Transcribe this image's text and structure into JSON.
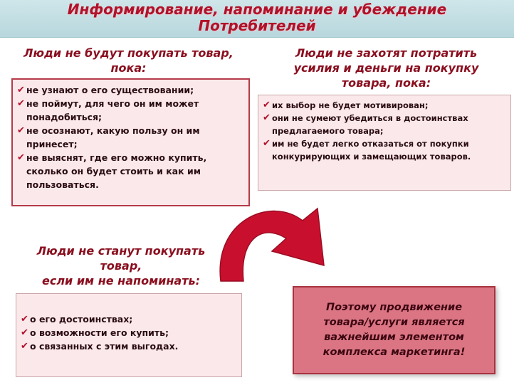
{
  "title": {
    "line1": "Информирование, напоминание и убеждение",
    "line2": "Потребителей"
  },
  "top_left": {
    "heading_line1": "Люди не будут покупать товар,",
    "heading_line2": "пока:",
    "items": [
      "не узнают о его существовании;",
      "не поймут, для чего он им может понадобиться;",
      "не осознают, какую пользу он им принесет;",
      "не выяснят, где его можно купить, сколько он будет стоить и как им пользоваться."
    ]
  },
  "top_right": {
    "heading_line1": "Люди не захотят потратить",
    "heading_line2": "усилия и деньги на покупку",
    "heading_line3": "товара, пока:",
    "items": [
      "их выбор не будет мотивирован;",
      "они не сумеют убедиться в достоинствах предлагаемого товара;",
      "им не будет легко отказаться от покупки конкурирующих и замещающих товаров."
    ]
  },
  "bottom_left": {
    "heading_line1": "Люди не станут покупать",
    "heading_line2": "товар,",
    "heading_line3": "если им не напоминать:",
    "items": [
      "о его достоинствах;",
      "о возможности его купить;",
      "о связанных с этим выгодах."
    ]
  },
  "conclusion": "Поэтому продвижение товара/услуги является важнейшим элементом комплекса маркетинга!",
  "colors": {
    "title_band": "#c4dfe4",
    "title_text": "#b0122a",
    "heading_text": "#8a0f1f",
    "box_bg": "#fbe8ea",
    "arrow": "#c8102e",
    "conclusion_bg": "#db7584"
  }
}
